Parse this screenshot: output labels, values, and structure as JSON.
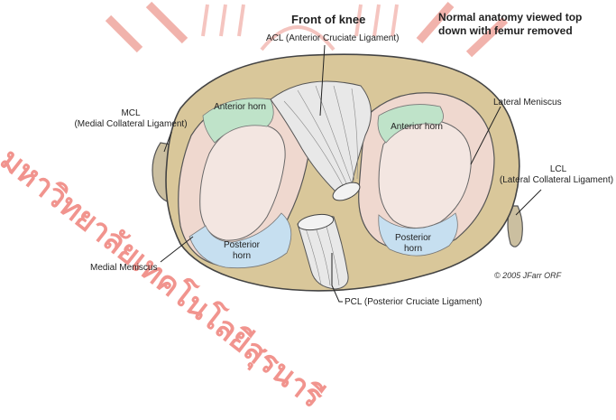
{
  "heading": "Front of knee",
  "subtitle": "Normal anatomy viewed top down with femur removed",
  "labels": {
    "acl": "ACL (Anterior Cruciate Ligament)",
    "mcl_abbr": "MCL",
    "mcl_full": "(Medial Collateral Ligament)",
    "lateral_meniscus": "Lateral Meniscus",
    "lcl_abbr": "LCL",
    "lcl_full": "(Lateral Collateral Ligament)",
    "medial_meniscus": "Medial Meniscus",
    "pcl": "PCL (Posterior Cruciate Ligament)",
    "anterior_horn": "Anterior horn",
    "posterior_horn": "Posterior horn"
  },
  "credit": "© 2005 JFarr ORF",
  "watermark": {
    "text": "มหาวิทยาลัยเทคโนโลยีสุรนารี",
    "color": "#e63c32"
  },
  "colors": {
    "tibia_rim": "#d9c79a",
    "meniscus": "#efd8cf",
    "anterior_horn": "#bfe3c9",
    "posterior_horn": "#c6dff0",
    "ligament": "#e8e8e8"
  }
}
